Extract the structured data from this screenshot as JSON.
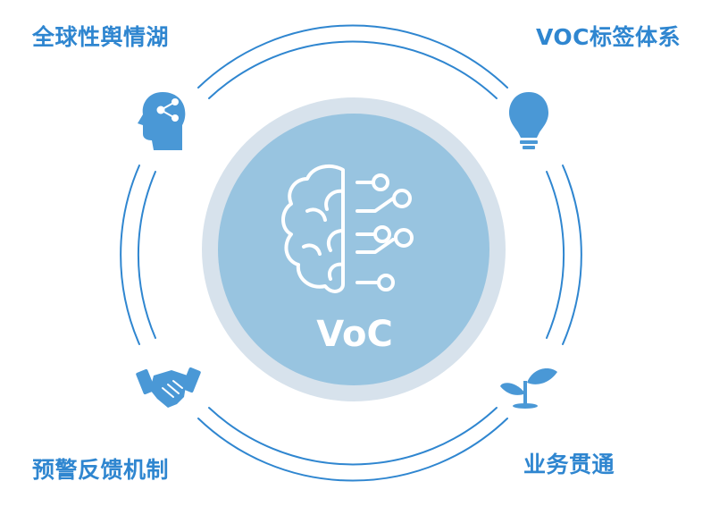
{
  "center": {
    "title": "VoC",
    "icon": "brain-circuit-icon"
  },
  "labels": {
    "top_left": "全球性舆情湖",
    "top_right": "VOC标签体系",
    "bottom_left": "预警反馈机制",
    "bottom_right": "业务贯通"
  },
  "icons": {
    "top_left": "head-network-icon",
    "top_right": "lightbulb-icon",
    "bottom_left": "handshake-icon",
    "bottom_right": "sprout-icon"
  },
  "colors": {
    "accent": "#2f86d0",
    "icon_blue": "#4a98d6",
    "ring_line": "#2f86d0",
    "halo": "#d7e2ec",
    "core": "#98c4e0",
    "white": "#ffffff"
  }
}
